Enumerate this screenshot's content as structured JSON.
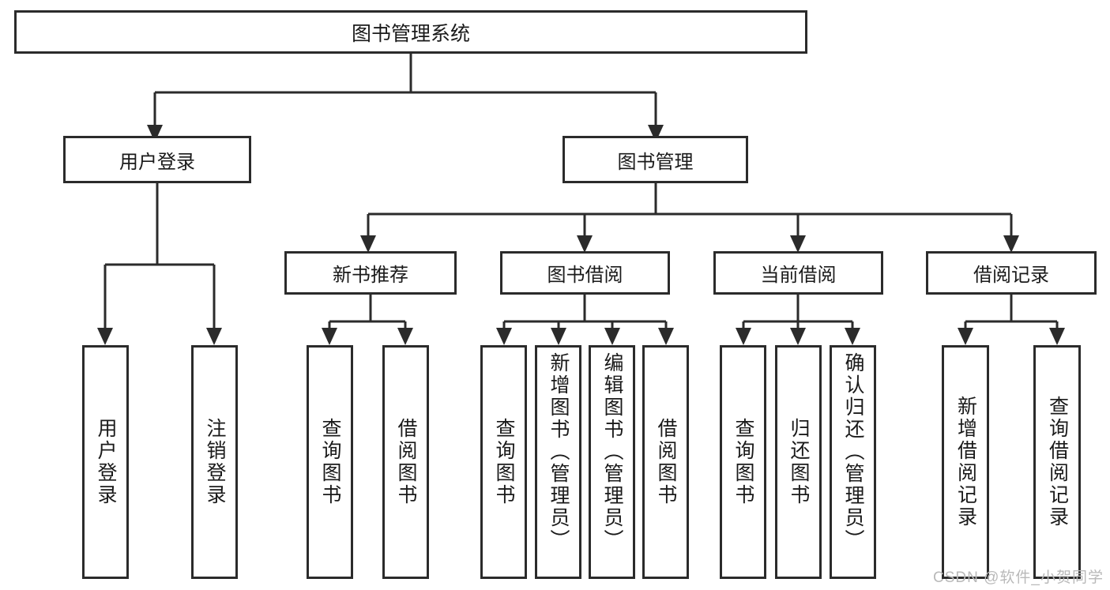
{
  "diagram": {
    "kind": "tree-hierarchy",
    "title": "图书管理系统",
    "watermark": "CSDN @软件_小贺同学",
    "colors": {
      "stroke": "#2b2b2b",
      "fill": "#ffffff",
      "text": "#1a1a1a",
      "watermark": "#b9b9b9"
    },
    "levels": {
      "root": "图书管理系统",
      "level2": [
        "用户登录",
        "图书管理"
      ],
      "level3": [
        "新书推荐",
        "图书借阅",
        "当前借阅",
        "借阅记录"
      ]
    },
    "nodes": {
      "root": {
        "label": "图书管理系统"
      },
      "user_login": {
        "label": "用户登录"
      },
      "book_manage": {
        "label": "图书管理"
      },
      "new_book_rec": {
        "label": "新书推荐"
      },
      "book_borrow": {
        "label": "图书借阅"
      },
      "current_borrow": {
        "label": "当前借阅"
      },
      "borrow_record": {
        "label": "借阅记录"
      },
      "leaf_user_login": {
        "label": "用户登录"
      },
      "leaf_logout": {
        "label": "注销登录"
      },
      "leaf_query_book_1": {
        "label": "查询图书"
      },
      "leaf_borrow_book_1": {
        "label": "借阅图书"
      },
      "leaf_query_book_2": {
        "label": "查询图书"
      },
      "leaf_add_book": {
        "label": "新增图书（管理员）"
      },
      "leaf_edit_book": {
        "label": "编辑图书（管理员）"
      },
      "leaf_borrow_book_2": {
        "label": "借阅图书"
      },
      "leaf_query_book_3": {
        "label": "查询图书"
      },
      "leaf_return_book": {
        "label": "归还图书"
      },
      "leaf_confirm_return": {
        "label": "确认归还（管理员）"
      },
      "leaf_add_record": {
        "label": "新增借阅记录"
      },
      "leaf_query_record": {
        "label": "查询借阅记录"
      }
    },
    "edges": [
      {
        "from": "图书管理系统",
        "to": "用户登录"
      },
      {
        "from": "图书管理系统",
        "to": "图书管理"
      },
      {
        "from": "用户登录",
        "to": "用户登录"
      },
      {
        "from": "用户登录",
        "to": "注销登录"
      },
      {
        "from": "图书管理",
        "to": "新书推荐"
      },
      {
        "from": "图书管理",
        "to": "图书借阅"
      },
      {
        "from": "图书管理",
        "to": "当前借阅"
      },
      {
        "from": "图书管理",
        "to": "借阅记录"
      },
      {
        "from": "新书推荐",
        "to": "查询图书"
      },
      {
        "from": "新书推荐",
        "to": "借阅图书"
      },
      {
        "from": "图书借阅",
        "to": "查询图书"
      },
      {
        "from": "图书借阅",
        "to": "新增图书（管理员）"
      },
      {
        "from": "图书借阅",
        "to": "编辑图书（管理员）"
      },
      {
        "from": "图书借阅",
        "to": "借阅图书"
      },
      {
        "from": "当前借阅",
        "to": "查询图书"
      },
      {
        "from": "当前借阅",
        "to": "归还图书"
      },
      {
        "from": "当前借阅",
        "to": "确认归还（管理员）"
      },
      {
        "from": "借阅记录",
        "to": "新增借阅记录"
      },
      {
        "from": "借阅记录",
        "to": "查询借阅记录"
      }
    ]
  }
}
